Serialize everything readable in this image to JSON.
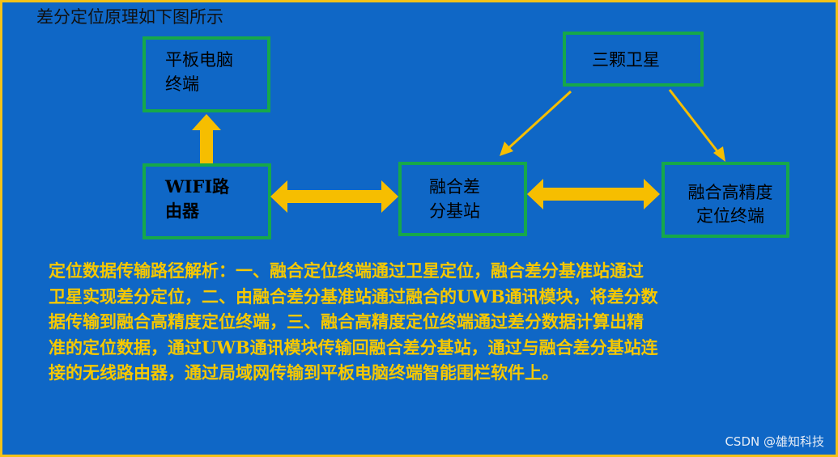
{
  "heading": "差分定位原理如下图所示",
  "nodes": {
    "tablet": "平板电脑\n终端",
    "satellites": "三颗卫星",
    "router": "WIFI路\n由器",
    "base_station": "融合差\n分基站",
    "terminal": "融合高精度\n定位终端"
  },
  "description": "定位数据传输路径解析：一、融合定位终端通过卫星定位，融合差分基准站通过\n卫星实现差分定位，二、由融合差分基准站通过融合的UWB通讯模块，将差分数\n据传输到融合高精度定位终端，三、融合高精度定位终端通过差分数据计算出精\n准的定位数据，通过UWB通讯模块传输回融合差分基站，通过与融合差分基站连\n接的无线路由器，通过局域网传输到平板电脑终端智能围栏软件上。",
  "watermark": "CSDN @雄知科技",
  "colors": {
    "background": "#0f67c6",
    "frame": "#f3c218",
    "box_border": "#16a84a",
    "arrow": "#f6be00",
    "description_text": "#f6c800"
  }
}
